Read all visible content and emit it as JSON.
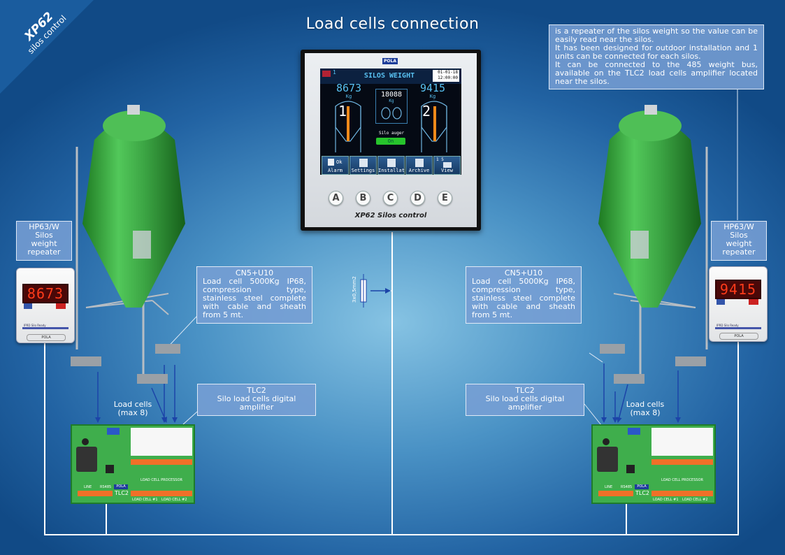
{
  "title": "Load cells connection",
  "brand": {
    "line1": "XP62",
    "line2": "silos control"
  },
  "repeater_note": {
    "lines": [
      "is a repeater of the silos weight so the value can be easily read near the silos.",
      "It has been designed for outdoor installation and 1 units can be connected for each silos.",
      "It can be connected to the 485 weight bus, available on the TLC2 load cells amplifier located near the silos."
    ]
  },
  "controller": {
    "logo": "POLA",
    "header": "SILOS WEIGHT",
    "date": "01-01-18",
    "time": "12:00:00",
    "silo1_weight": "8673",
    "silo2_weight": "9415",
    "total_weight": "18088",
    "unit": "Kg",
    "silo1_number": "1",
    "silo2_number": "2",
    "auger_label": "Silo auger",
    "auger_status": "On",
    "alarm_status": "Ok",
    "softkeys": [
      "Alarm",
      "Settings",
      "Installat",
      "Archive",
      "View"
    ],
    "softkey_numbers": "1  5",
    "keys": [
      "A",
      "B",
      "C",
      "D",
      "E"
    ],
    "model_label": "XP62  Silos control"
  },
  "cable_label": "3x0,5mm2",
  "left": {
    "repeater_box": {
      "title": "HP63/W",
      "lines": [
        "Silos",
        "weight",
        "repeater"
      ]
    },
    "repeater_display": "8673",
    "loadcell_box": {
      "title": "CN5+U10",
      "text": "Load cell 5000Kg IP68, compression type, stainless steel complete with cable and sheath from 5 mt."
    },
    "tlc2_box": {
      "title": "TLC2",
      "lines": [
        "Silo load cells digital",
        "amplifier"
      ]
    },
    "loadcells_label": [
      "Load cells",
      "(max 8)"
    ]
  },
  "right": {
    "repeater_box": {
      "title": "HP63/W",
      "lines": [
        "Silos",
        "weight",
        "repeater"
      ]
    },
    "repeater_display": "9415",
    "loadcell_box": {
      "title": "CN5+U10",
      "text": "Load cell 5000Kg IP68, compression type, stainless steel complete with cable and sheath from 5 mt."
    },
    "tlc2_box": {
      "title": "TLC2",
      "lines": [
        "Silo load cells digital",
        "amplifier"
      ]
    },
    "loadcells_label": [
      "Load cells",
      "(max 8)"
    ]
  },
  "board": {
    "processor_label": "LOAD CELL PROCESSOR",
    "model": "TLC2",
    "logo": "POLA",
    "rs485_label": "RS485",
    "line_label": "LINE",
    "cell1_label": "LOAD CELL #1",
    "cell2_label": "LOAD CELL #2"
  },
  "repeater_device": {
    "logo": "POLA",
    "small_text": "IPRD Silo Ready"
  }
}
